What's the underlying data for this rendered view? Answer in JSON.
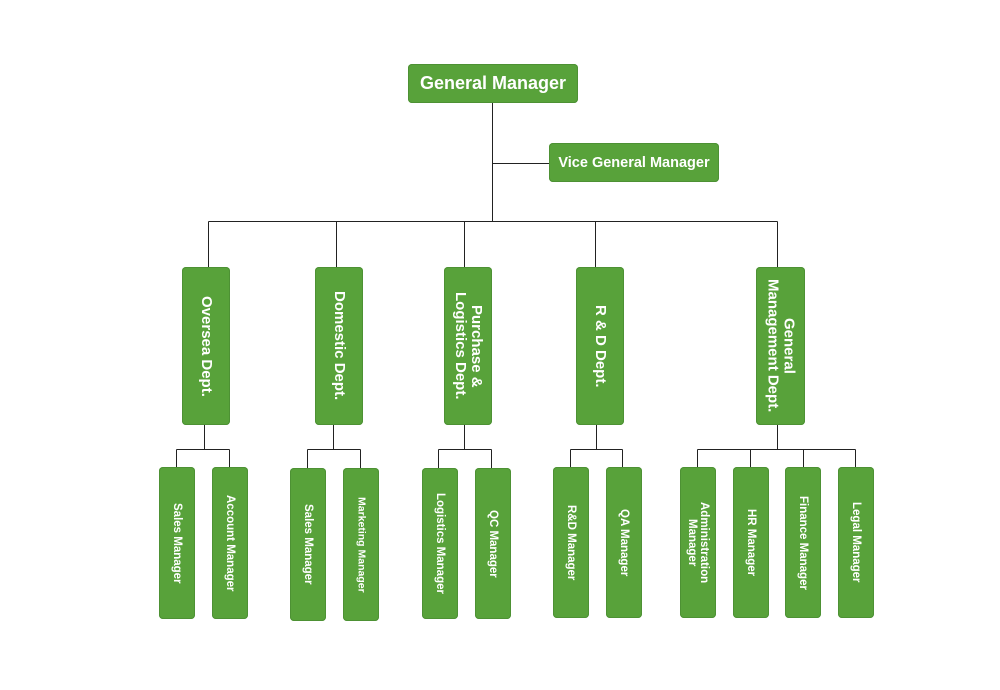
{
  "diagram": {
    "top": {
      "general_manager": "General Manager",
      "vice_general_manager": "Vice General Manager"
    },
    "departments": [
      {
        "name": "Oversea Dept.",
        "roles": [
          "Sales Manager",
          "Account Manager"
        ]
      },
      {
        "name": "Domestic Dept.",
        "roles": [
          "Sales Manager",
          "Marketing Manager"
        ]
      },
      {
        "name": "Purchase &\nLogistics Dept.",
        "roles": [
          "Logistics Manager",
          "QC Manager"
        ]
      },
      {
        "name": "R & D Dept.",
        "roles": [
          "R&D Manager",
          "QA Manager"
        ]
      },
      {
        "name": "General\nManagement Dept.",
        "roles": [
          "Administration\nManager",
          "HR Manager",
          "Finance Manager",
          "Legal Manager"
        ]
      }
    ]
  }
}
